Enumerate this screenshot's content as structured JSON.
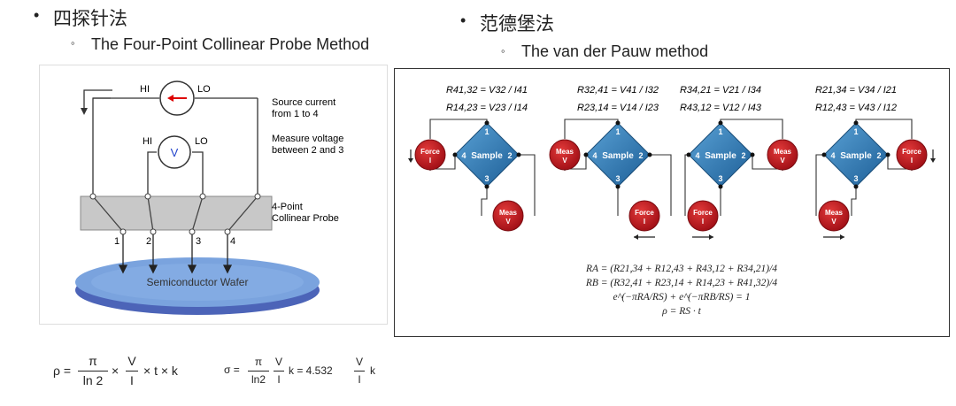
{
  "left": {
    "heading": "四探针法",
    "subheading": "The Four-Point Collinear  Probe Method",
    "diagram": {
      "hi_top": "HI",
      "lo_top": "LO",
      "hi_mid": "HI",
      "lo_mid": "LO",
      "voltmeter": "V",
      "source_line1": "Source current",
      "source_line2": "from 1 to 4",
      "measure_line1": "Measure voltage",
      "measure_line2": "between 2 and 3",
      "probe_line1": "4-Point",
      "probe_line2": "Collinear Probe",
      "probe_numbers": [
        "1",
        "2",
        "3",
        "4"
      ],
      "wafer": "Semiconductor Wafer"
    },
    "formula1": {
      "lhs": "ρ =",
      "pi": "π",
      "ln2": "ln 2",
      "times1": "×",
      "V": "V",
      "I": "I",
      "rest": "× t × k"
    },
    "formula2": {
      "lhs": "σ =",
      "pi": "π",
      "ln2": "ln2",
      "V": "V",
      "I": "I",
      "mid": "k = 4.532",
      "V2": "V",
      "I2": "I",
      "end": "k"
    }
  },
  "right": {
    "heading": "范德堡法",
    "subheading": "The van der Pauw method",
    "configs": [
      {
        "eq1": "R41,32 = V32 / I41",
        "eq2": "R14,23 = V23 / I14",
        "force": "Force\nI",
        "meas": "Meas\nV"
      },
      {
        "eq1": "R32,41 = V41 / I32",
        "eq2": "R23,14 = V14 / I23",
        "force": "Force\nI",
        "meas": "Meas\nV"
      },
      {
        "eq1": "R34,21 = V21 / I34",
        "eq2": "R43,12 = V12 / I43",
        "force": "Force\nI",
        "meas": "Meas\nV"
      },
      {
        "eq1": "R21,34 = V34 / I21",
        "eq2": "R12,43 = V43 / I12",
        "force": "Force\nI",
        "meas": "Meas\nV"
      }
    ],
    "sample_label": "Sample",
    "corner_labels": [
      "1",
      "2",
      "3",
      "4"
    ],
    "formulas": [
      "RA = (R21,34 + R12,43 + R43,12 + R34,21)/4",
      "RB = (R32,41 + R23,14 + R14,23 + R41,32)/4",
      "e^(−πRA/RS) + e^(−πRB/RS) = 1",
      "ρ = RS · t"
    ]
  },
  "colors": {
    "sample_blue": "#2f7bb5",
    "force_red": "#c1121f",
    "probe_gray": "#c8c8c8",
    "wafer_blue": "#7aa3de"
  }
}
